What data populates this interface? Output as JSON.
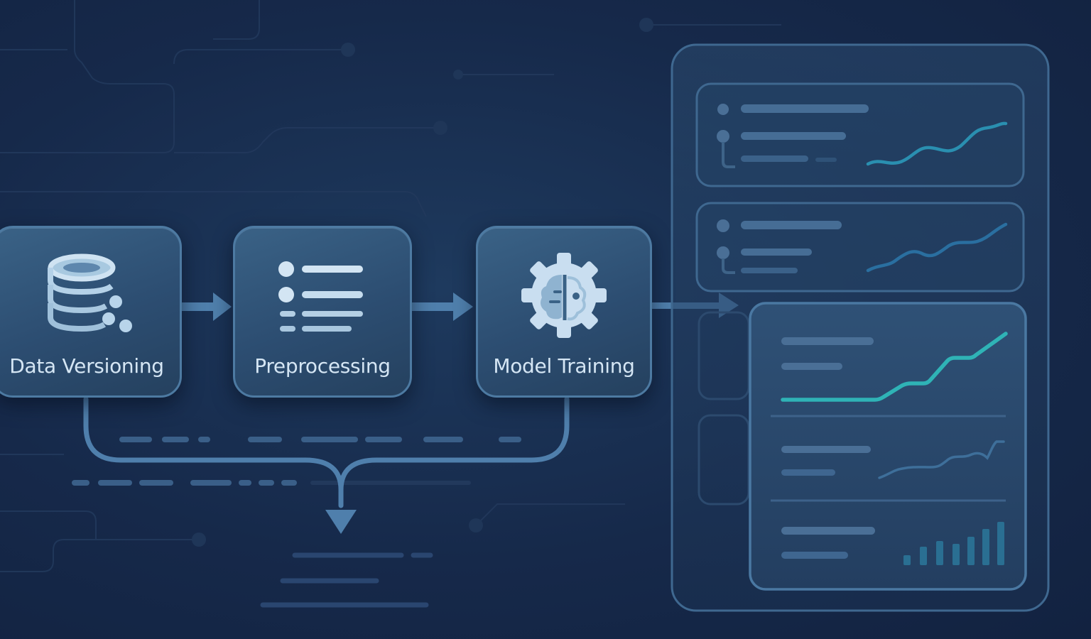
{
  "pipeline": {
    "stages": [
      {
        "label": "Data Versioning",
        "icon": "database-icon"
      },
      {
        "label": "Preprocessing",
        "icon": "list-icon"
      },
      {
        "label": "Model Training",
        "icon": "gear-icon"
      }
    ]
  },
  "colors": {
    "background": "#16294a",
    "node_fill": "#2f5478",
    "node_border": "#4d7aa2",
    "connector": "#4f7fac",
    "accent_teal": "#2fb3b6",
    "label_text": "#d5e6f4"
  }
}
